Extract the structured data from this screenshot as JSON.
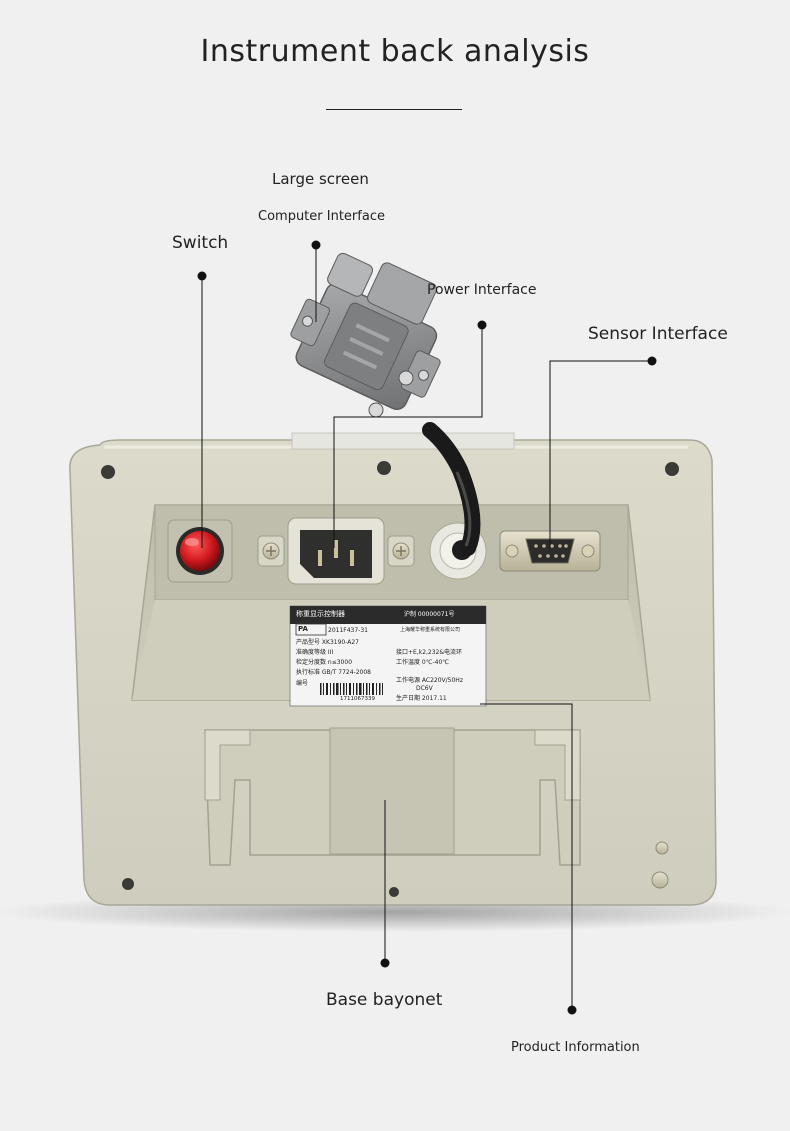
{
  "page": {
    "title": "Instrument back analysis"
  },
  "labels": {
    "large_screen": "Large screen",
    "computer_interface": "Computer Interface",
    "switch": "Switch",
    "power_interface": "Power Interface",
    "sensor_interface": "Sensor Interface",
    "base_bayonet": "Base bayonet",
    "product_information": "Product Information"
  },
  "nameplate": {
    "brand_left": "称重显示控制器",
    "cert": "沪制 00000071号",
    "pa": "PA",
    "pa_code": "2011F437-31",
    "manufacturer": "上海耀华称重系统有限公司",
    "model": "产品型号 XK3190-A27",
    "accuracy": "准确度等级 III",
    "interface": "接口+E,k2,232&电流环",
    "divisions": "检定分度数 n≤3000",
    "temperature": "工作温度 0℃-40℃",
    "standard": "执行标准 GB/T 7724-2008",
    "serial_label": "编号",
    "power": "工作电源 AC220V/50Hz",
    "power_dc": "DC6V",
    "barcode_number": "1711067339",
    "date": "生产日期 2017.11"
  },
  "colors": {
    "background": "#f0f0f0",
    "device_body": "#d6d4c4",
    "device_shadow": "#a9a798",
    "recess": "#c9c7b6",
    "switch_red": "#d11a1f",
    "connector_gray": "#8f9194",
    "plate": "#f4f4f4",
    "plate_header": "#2b2b2b",
    "leader_line": "#111111"
  }
}
